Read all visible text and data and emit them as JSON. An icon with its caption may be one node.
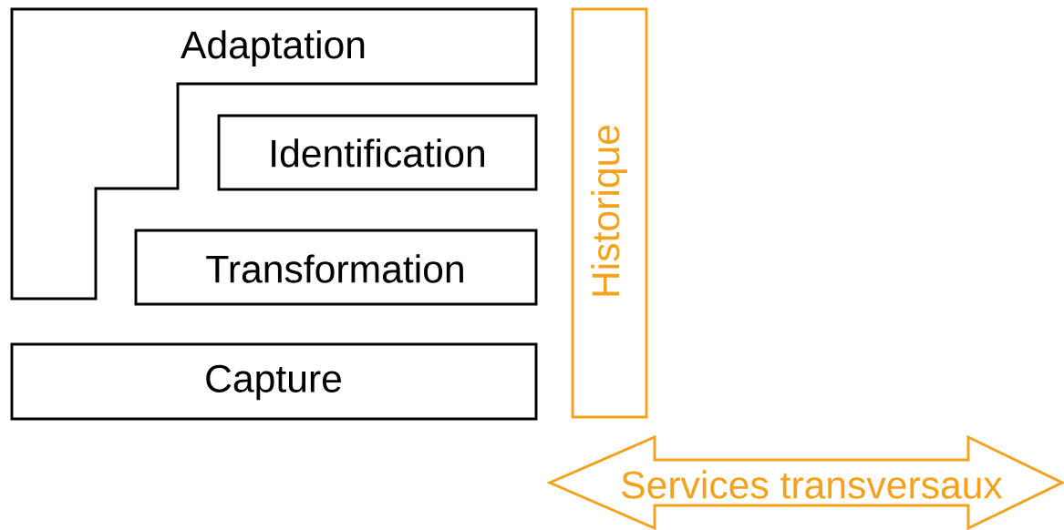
{
  "diagram": {
    "nodes": [
      {
        "text": [
          "Adaptation"
        ]
      },
      {
        "text": [
          "Identification"
        ]
      },
      {
        "text": [
          "Transformation"
        ]
      },
      {
        "text": [
          "Capture"
        ]
      },
      {
        "text": [
          "Historique"
        ]
      },
      {
        "text": [
          "Services transversaux"
        ]
      }
    ]
  }
}
